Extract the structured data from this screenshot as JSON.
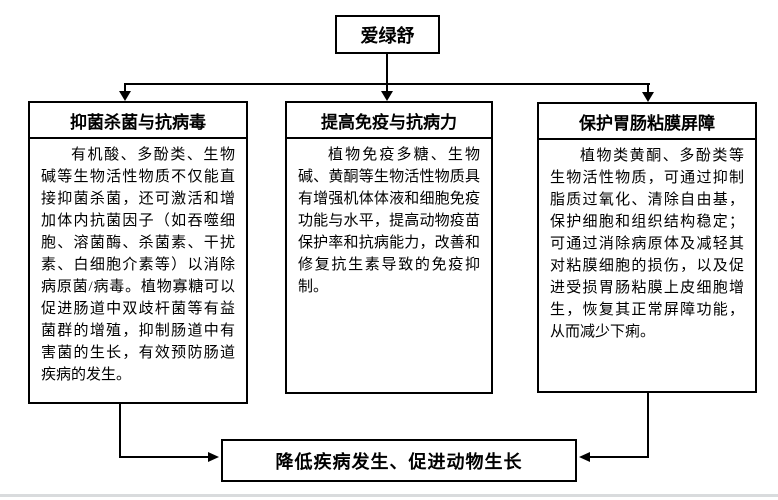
{
  "diagram": {
    "root_label": "爱绿舒",
    "branches": [
      {
        "title": "抑菌杀菌与抗病毒",
        "body": "有机酸、多酚类、生物碱等生物活性物质不仅能直接抑菌杀菌，还可激活和增加体内抗菌因子（如吞噬细胞、溶菌酶、杀菌素、干扰素、白细胞介素等）以消除病原菌/病毒。植物寡糖可以促进肠道中双歧杆菌等有益菌群的增殖，抑制肠道中有害菌的生长，有效预防肠道疾病的发生。"
      },
      {
        "title": "提高免疫与抗病力",
        "body": "植物免疫多糖、生物碱、黄酮等生物活性物质具有增强机体体液和细胞免疫功能与水平，提高动物疫苗保护率和抗病能力，改善和修复抗生素导致的免疫抑制。"
      },
      {
        "title": "保护胃肠粘膜屏障",
        "body": "植物类黄酮、多酚类等生物活性物质，可通过抑制脂质过氧化、清除自由基，保护细胞和组织结构稳定；可通过消除病原体及减轻其对粘膜细胞的损伤，以及促进受损胃肠粘膜上皮细胞增生，恢复其正常屏障功能，从而减少下痢。"
      }
    ],
    "outcome_label": "降低疾病发生、促进动物生长",
    "colors": {
      "line": "#000000",
      "text": "#000000",
      "background": "#ffffff",
      "page_edge": "#d9dbdd"
    }
  }
}
